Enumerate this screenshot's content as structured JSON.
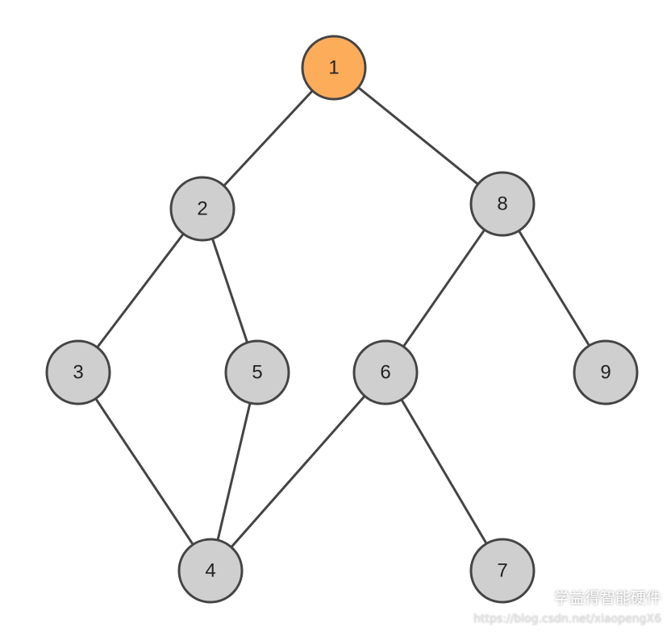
{
  "graph": {
    "colors": {
      "root_fill": "#FDAC5A",
      "node_fill": "#CFCFCF",
      "stroke": "#444444",
      "edge": "#444444"
    },
    "nodes": [
      {
        "id": "1",
        "label": "1",
        "root": true
      },
      {
        "id": "2",
        "label": "2"
      },
      {
        "id": "8",
        "label": "8"
      },
      {
        "id": "3",
        "label": "3"
      },
      {
        "id": "5",
        "label": "5"
      },
      {
        "id": "6",
        "label": "6"
      },
      {
        "id": "9",
        "label": "9"
      },
      {
        "id": "4",
        "label": "4"
      },
      {
        "id": "7",
        "label": "7"
      }
    ],
    "edges": [
      [
        "1",
        "2"
      ],
      [
        "1",
        "8"
      ],
      [
        "2",
        "3"
      ],
      [
        "2",
        "5"
      ],
      [
        "8",
        "6"
      ],
      [
        "8",
        "9"
      ],
      [
        "3",
        "4"
      ],
      [
        "5",
        "4"
      ],
      [
        "6",
        "4"
      ],
      [
        "6",
        "7"
      ]
    ]
  },
  "watermark": {
    "text": "学益得智能硬件",
    "icon": "wechat-icon",
    "url": "https://blog.csdn.net/xiaopengX6"
  }
}
